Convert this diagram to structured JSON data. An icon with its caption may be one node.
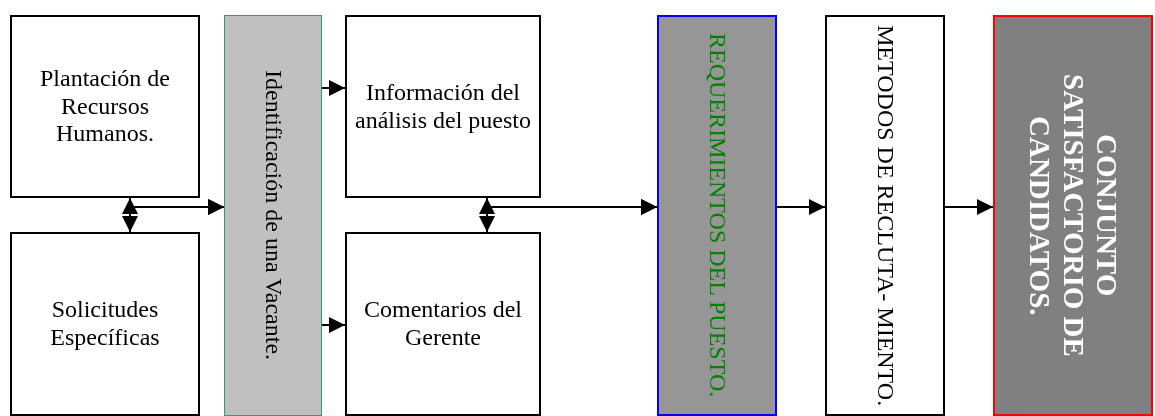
{
  "diagram": {
    "nodes": [
      {
        "text": [
          "Plantación de Recursos Humanos."
        ]
      },
      {
        "text": [
          "Solicitudes Específicas"
        ]
      },
      {
        "text": [
          "Identificación de una Vacante."
        ]
      },
      {
        "text": [
          "Información del análisis del puesto"
        ]
      },
      {
        "text": [
          "Comentarios del Gerente"
        ]
      },
      {
        "text": [
          "REQUERIMIENTOS DEL PUESTO."
        ]
      },
      {
        "text": [
          "METODOS DE RECLUTA- MIENTO."
        ]
      },
      {
        "text": [
          "CONJUNTO SATISFACTORIO DE CANDIDATOS."
        ]
      }
    ],
    "edges": [
      {
        "from": 0,
        "to": 1,
        "arrow": "both"
      },
      {
        "from": 0,
        "to": 2,
        "arrow": "to"
      },
      {
        "from": 1,
        "to": 2,
        "arrow": "to"
      },
      {
        "from": 2,
        "to": 3,
        "arrow": "to"
      },
      {
        "from": 2,
        "to": 4,
        "arrow": "to"
      },
      {
        "from": 3,
        "to": 4,
        "arrow": "both"
      },
      {
        "from": 3,
        "to": 5,
        "arrow": "to"
      },
      {
        "from": 4,
        "to": 5,
        "arrow": "to"
      },
      {
        "from": 5,
        "to": 6,
        "arrow": "to"
      },
      {
        "from": 6,
        "to": 7,
        "arrow": "to"
      }
    ]
  }
}
